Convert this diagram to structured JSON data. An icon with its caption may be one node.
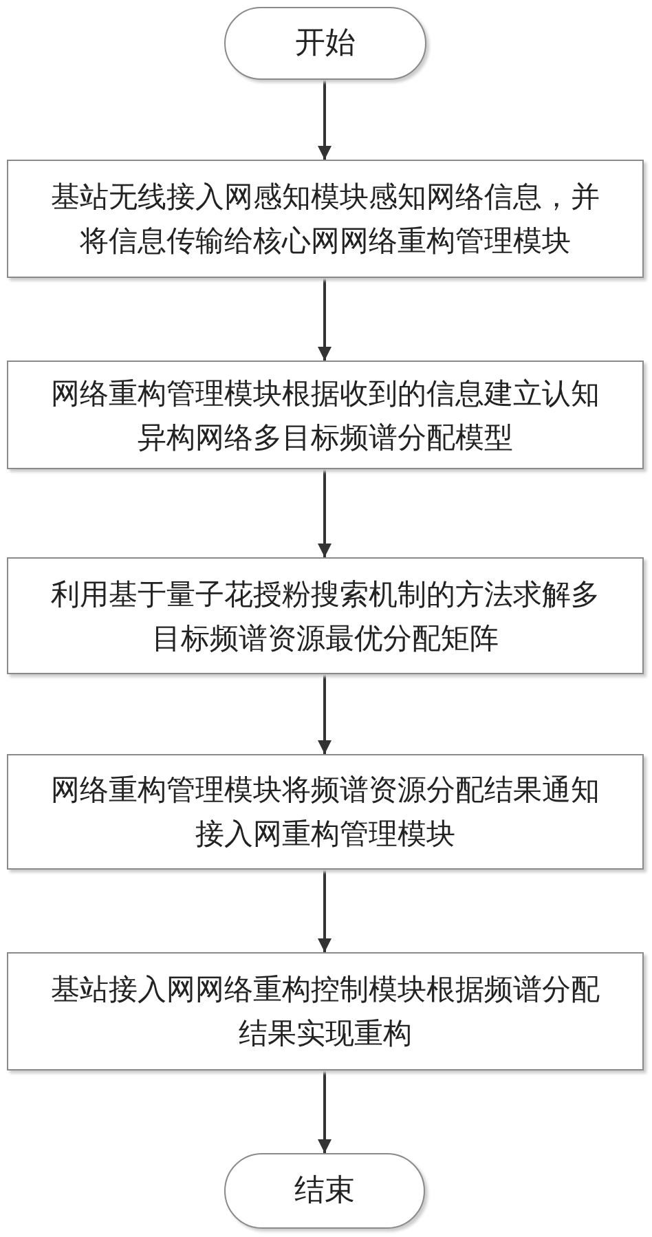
{
  "diagram": {
    "nodes": [
      {
        "text": [
          "开始"
        ]
      },
      {
        "text": [
          "基站无线接入网感知模块感知网络信息，并将信息传输给核心网网络重构管理模块"
        ]
      },
      {
        "text": [
          "网络重构管理模块根据收到的信息建立认知异构网络多目标频谱分配模型"
        ]
      },
      {
        "text": [
          "利用基于量子花授粉搜索机制的方法求解多目标频谱资源最优分配矩阵"
        ]
      },
      {
        "text": [
          "网络重构管理模块将频谱资源分配结果通知接入网重构管理模块"
        ]
      },
      {
        "text": [
          "基站接入网网络重构控制模块根据频谱分配结果实现重构"
        ]
      },
      {
        "text": [
          "结束"
        ]
      }
    ],
    "edges": [
      {
        "from": 0,
        "to": 1,
        "arrow": "to"
      },
      {
        "from": 1,
        "to": 2,
        "arrow": "to"
      },
      {
        "from": 2,
        "to": 3,
        "arrow": "to"
      },
      {
        "from": 3,
        "to": 4,
        "arrow": "to"
      },
      {
        "from": 4,
        "to": 5,
        "arrow": "to"
      },
      {
        "from": 5,
        "to": 6,
        "arrow": "to"
      }
    ]
  }
}
